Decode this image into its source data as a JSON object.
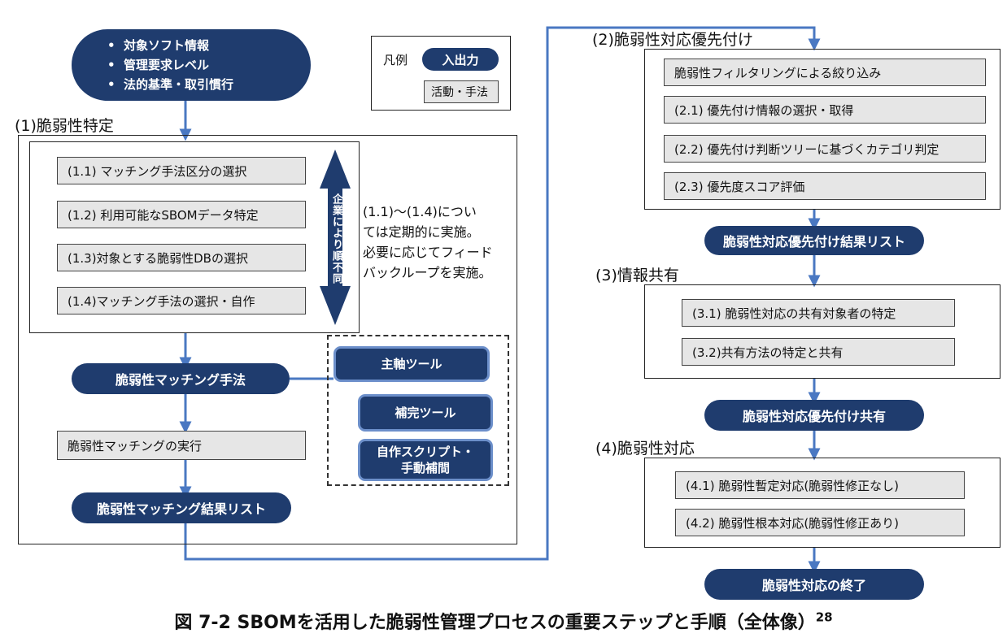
{
  "inputs": {
    "items": [
      "対象ソフト情報",
      "管理要求レベル",
      "法的基準・取引慣行"
    ]
  },
  "legend": {
    "title": "凡例",
    "io": "入出力",
    "activity": "活動・手法"
  },
  "section1": {
    "heading": "(1)脆弱性特定",
    "steps": [
      "(1.1) マッチング手法区分の選択",
      "(1.2) 利用可能なSBOMデータ特定",
      "(1.3)対象とする脆弱性DBの選択",
      "(1.4)マッチング手法の選択・自作"
    ],
    "order_label": "企業により順不同",
    "note": [
      "(1.1)～(1.4)につい",
      "ては定期的に実施。",
      "必要に応じてフィード",
      "バックループを実施。"
    ],
    "method_output": "脆弱性マッチング手法",
    "tools": {
      "main": "主軸ツール",
      "complement": "補完ツール",
      "custom_line1": "自作スクリプト・",
      "custom_line2": "手動補間"
    },
    "execute": "脆弱性マッチングの実行",
    "result": "脆弱性マッチング結果リスト"
  },
  "section2": {
    "heading": "(2)脆弱性対応優先付け",
    "steps": [
      "脆弱性フィルタリングによる絞り込み",
      "(2.1) 優先付け情報の選択・取得",
      "(2.2) 優先付け判断ツリーに基づくカテゴリ判定",
      "(2.3) 優先度スコア評価"
    ],
    "output": "脆弱性対応優先付け結果リスト"
  },
  "section3": {
    "heading": "(3)情報共有",
    "steps": [
      "(3.1) 脆弱性対応の共有対象者の特定",
      "(3.2)共有方法の特定と共有"
    ],
    "output": "脆弱性対応優先付け共有"
  },
  "section4": {
    "heading": "(4)脆弱性対応",
    "steps": [
      "(4.1) 脆弱性暫定対応(脆弱性修正なし)",
      "(4.2) 脆弱性根本対応(脆弱性修正あり)"
    ],
    "output": "脆弱性対応の終了"
  },
  "caption": {
    "text": "図 7-2 SBOMを活用した脆弱性管理プロセスの重要ステップと手順（全体像）",
    "footnote": "28"
  },
  "colors": {
    "io_fill": "#1f3c6e",
    "connector": "#4a78c2",
    "activity_fill": "#e6e6e6",
    "tool_border": "#6c8fca"
  }
}
